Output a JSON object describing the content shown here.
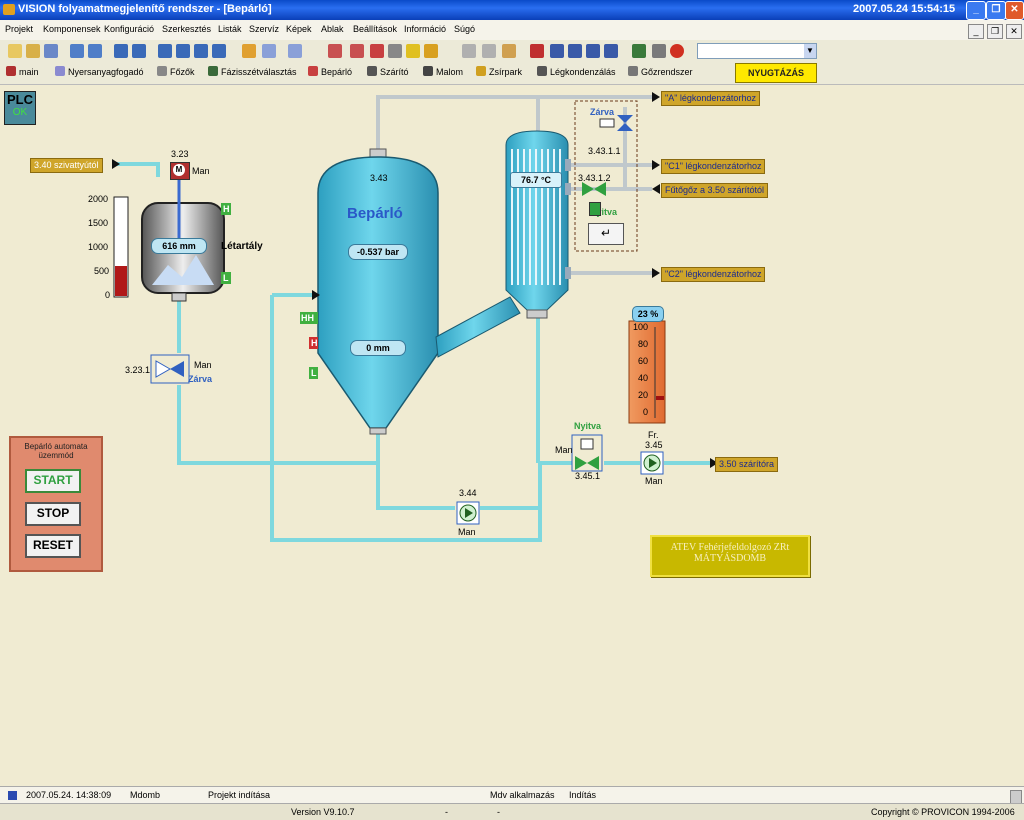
{
  "window": {
    "title": "VISION folyamatmegjelenítő rendszer - [Bepárló]",
    "datetime": "2007.05.24 15:54:15"
  },
  "menu": [
    "Projekt",
    "Komponensek",
    "Konfiguráció",
    "Szerkesztés",
    "Listák",
    "Szervíz",
    "Képek",
    "Ablak",
    "Beállítások",
    "Információ",
    "Súgó"
  ],
  "nav": {
    "items": [
      "main",
      "Nyersanyagfogadó",
      "Főzők",
      "Fázisszétválasztás",
      "Bepárló",
      "Szárító",
      "Malom",
      "Zsírpark",
      "Légkondenzálás",
      "Gőzrendszer"
    ],
    "ack_button": "NYUGTÁZÁS"
  },
  "plc": {
    "label": "PLC",
    "state": "OK"
  },
  "tank": {
    "motor_id": "3.23",
    "motor_label": "M",
    "motor_mode": "Man",
    "level_value": "616 mm",
    "name": "Létartály",
    "scale": [
      "2000",
      "1500",
      "1000",
      "500",
      "0"
    ],
    "level_fraction": 0.31,
    "hi": "H",
    "lo": "L",
    "source": "3.40 szivattyútól"
  },
  "valve_3231": {
    "id": "3.23.1",
    "mode": "Man",
    "state": "Zárva"
  },
  "evaporator": {
    "id": "3.43",
    "name": "Bepárló",
    "pressure": "-0.537 bar",
    "level": "0 mm",
    "hh": "HH",
    "h": "H",
    "l": "L"
  },
  "condenser": {
    "temperature": "76.7 °C",
    "valve_1": {
      "id": "3.43.1.1",
      "state": "Zárva"
    },
    "valve_2": {
      "id": "3.43.1.2",
      "state": "Nyitva"
    }
  },
  "destinations": {
    "a": "\"A\" légkondenzátorhoz",
    "c1": "\"C1\" légkondenzátorhoz",
    "steam": "Fűtőgőz a 3.50 szárítótól",
    "c2": "\"C2\" légkondenzátorhoz",
    "dryer": "3.50 szárítóra"
  },
  "gauge": {
    "value": "23 %",
    "scale": [
      "100",
      "80",
      "60",
      "40",
      "20",
      "0"
    ],
    "fraction": 0.23
  },
  "pump_344": {
    "id": "3.44",
    "mode": "Man"
  },
  "valve_3451": {
    "id": "3.45.1",
    "mode": "Man",
    "state": "Nyitva"
  },
  "pump_345": {
    "id_line1": "Fr.",
    "id_line2": "3.45",
    "mode": "Man"
  },
  "control": {
    "title": "Bepárló automata üzemmód",
    "start": "START",
    "stop": "STOP",
    "reset": "RESET"
  },
  "brand": {
    "line1": "ATEV Fehérjefeldolgozó ZRt",
    "line2": "MÁTYÁSDOMB"
  },
  "status": {
    "time": "2007.05.24. 14:38:09",
    "user": "Mdomb",
    "event": "Projekt indítása",
    "app": "Mdv alkalmazás",
    "action": "Indítás",
    "version": "Version V9.10.7",
    "dash1": "-",
    "dash2": "-",
    "copyright": "Copyright © PROVICON 1994-2006"
  },
  "colors": {
    "pipe": "#7fd8de",
    "vessel": "#4fc3dc",
    "titlebar": "#0a4ac8",
    "label_bg": "#cfa52a",
    "alarm_bg": "#ffe900"
  }
}
